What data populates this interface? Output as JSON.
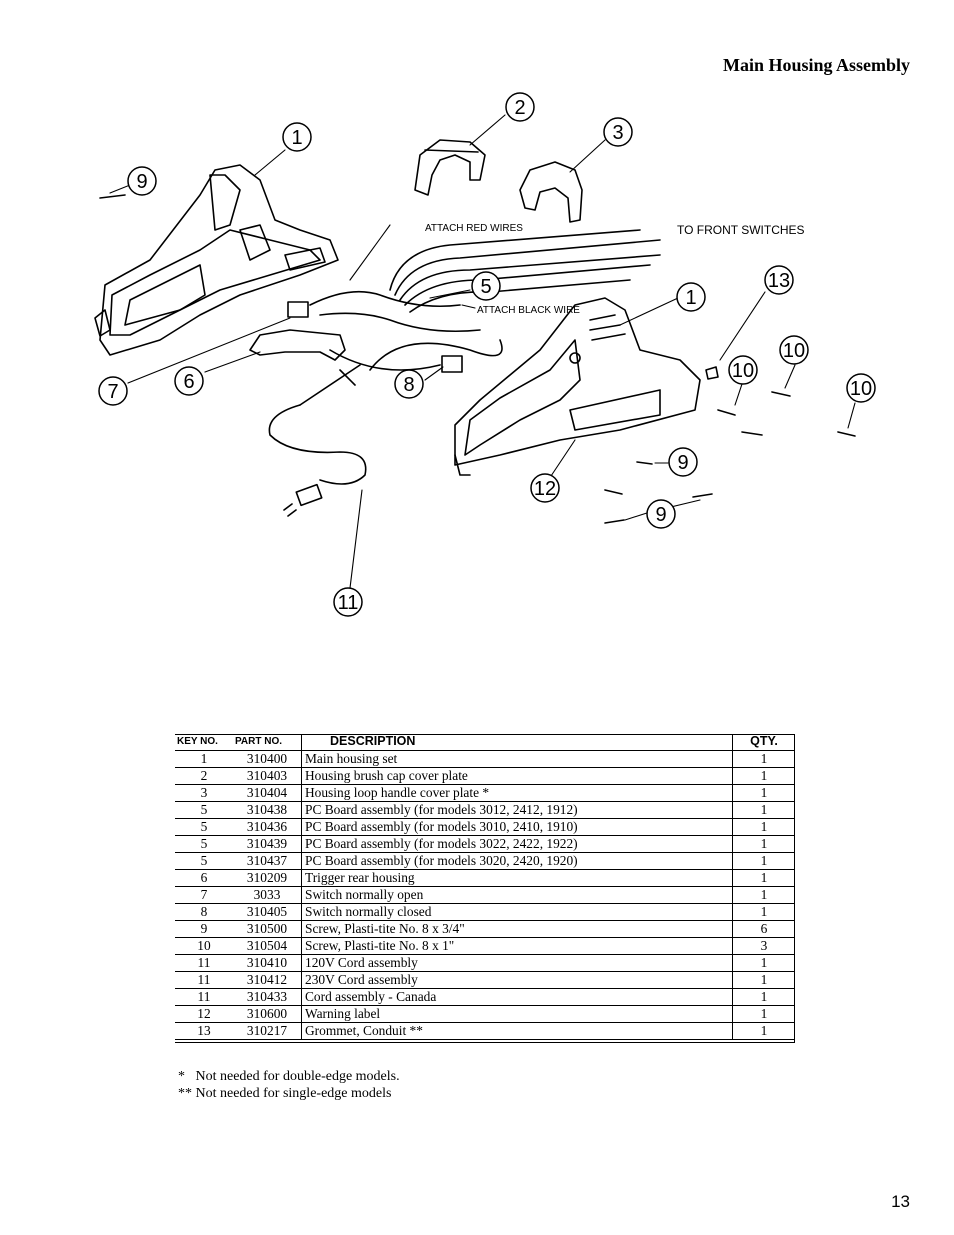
{
  "page": {
    "title": "Main Housing Assembly",
    "number": "13"
  },
  "diagram": {
    "callouts": [
      "1",
      "2",
      "3",
      "9",
      "7",
      "6",
      "5",
      "8",
      "1",
      "13",
      "10",
      "10",
      "10",
      "9",
      "12",
      "9",
      "11"
    ],
    "labels": {
      "attach_red": "ATTACH RED WIRES",
      "attach_black": "ATTACH BLACK WIRE",
      "front_switches": "TO FRONT SWITCHES"
    }
  },
  "table": {
    "headers": {
      "key": "KEY NO.",
      "part": "PART NO.",
      "desc": "DESCRIPTION",
      "qty": "QTY."
    },
    "rows": [
      {
        "key": "1",
        "part": "310400",
        "desc": "Main housing set",
        "qty": "1"
      },
      {
        "key": "2",
        "part": "310403",
        "desc": "Housing brush cap cover plate",
        "qty": "1"
      },
      {
        "key": "3",
        "part": "310404",
        "desc": "Housing loop handle cover plate *",
        "qty": "1"
      },
      {
        "key": "5",
        "part": "310438",
        "desc": "PC Board assembly (for models 3012, 2412, 1912)",
        "qty": "1"
      },
      {
        "key": "5",
        "part": "310436",
        "desc": "PC Board assembly (for models 3010, 2410, 1910)",
        "qty": "1"
      },
      {
        "key": "5",
        "part": "310439",
        "desc": "PC Board assembly (for models 3022, 2422, 1922)",
        "qty": "1"
      },
      {
        "key": "5",
        "part": "310437",
        "desc": "PC Board assembly (for models 3020, 2420, 1920)",
        "qty": "1"
      },
      {
        "key": "6",
        "part": "310209",
        "desc": "Trigger rear housing",
        "qty": "1"
      },
      {
        "key": "7",
        "part": "3033",
        "desc": "Switch normally open",
        "qty": "1"
      },
      {
        "key": "8",
        "part": "310405",
        "desc": "Switch normally closed",
        "qty": "1"
      },
      {
        "key": "9",
        "part": "310500",
        "desc": "Screw, Plasti-tite No. 8 x 3/4\"",
        "qty": "6"
      },
      {
        "key": "10",
        "part": "310504",
        "desc": "Screw, Plasti-tite No. 8 x 1\"",
        "qty": "3"
      },
      {
        "key": "11",
        "part": "310410",
        "desc": "120V Cord assembly",
        "qty": "1"
      },
      {
        "key": "11",
        "part": "310412",
        "desc": "230V Cord assembly",
        "qty": "1"
      },
      {
        "key": "11",
        "part": "310433",
        "desc": "Cord assembly - Canada",
        "qty": "1"
      },
      {
        "key": "12",
        "part": "310600",
        "desc": "Warning label",
        "qty": "1"
      },
      {
        "key": "13",
        "part": "310217",
        "desc": "Grommet, Conduit **",
        "qty": "1"
      }
    ]
  },
  "footnotes": [
    "*   Not needed for double-edge models.",
    "** Not needed for single-edge models"
  ]
}
